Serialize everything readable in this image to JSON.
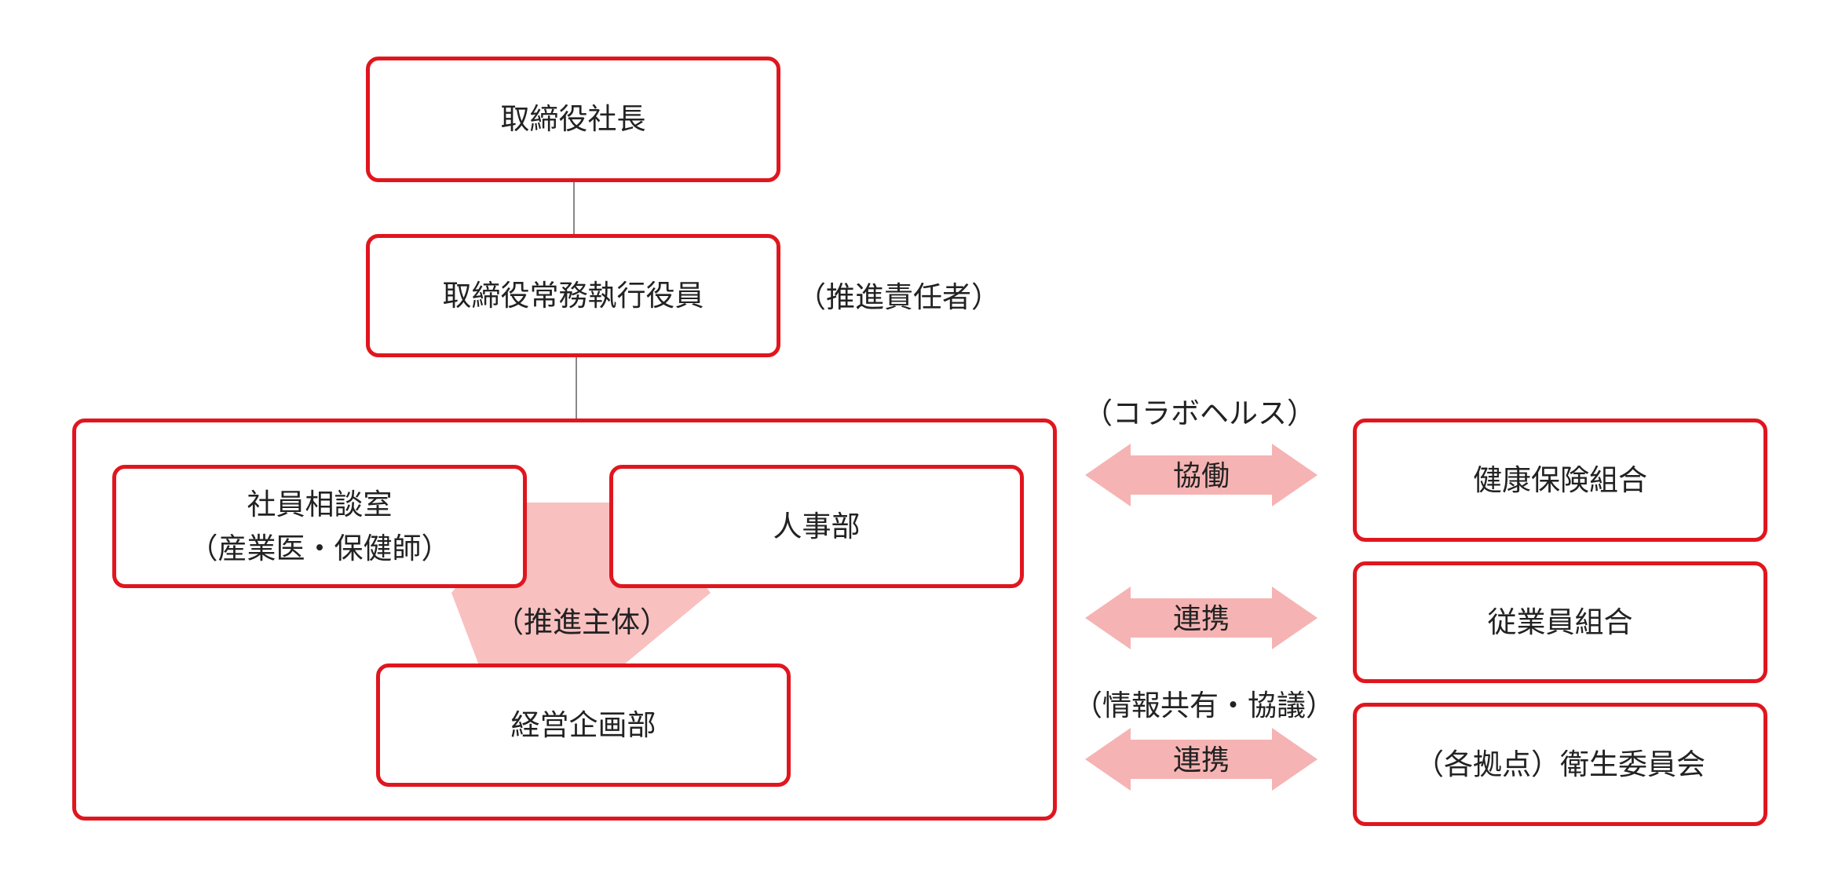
{
  "colors": {
    "border": "#e0161f",
    "arrow": "#f6b3b3",
    "trapezoid": "#f9c0c0",
    "connector": "#888888",
    "text": "#222222"
  },
  "org": {
    "president": "取締役社長",
    "managing_director": "取締役常務執行役員",
    "promotion_lead_note": "（推進責任者）"
  },
  "promotion_group": {
    "consultation_room_line1": "社員相談室",
    "consultation_room_line2": "（産業医・保健師）",
    "hr_department": "人事部",
    "promotion_body_note": "（推進主体）",
    "planning_department": "経営企画部"
  },
  "relations": [
    {
      "top_note": "（コラボヘルス）",
      "arrow_label": "協働",
      "partner": "健康保険組合"
    },
    {
      "top_note": "",
      "arrow_label": "連携",
      "partner": "従業員組合"
    },
    {
      "top_note": "（情報共有・協議）",
      "arrow_label": "連携",
      "partner": "（各拠点）衛生委員会"
    }
  ]
}
